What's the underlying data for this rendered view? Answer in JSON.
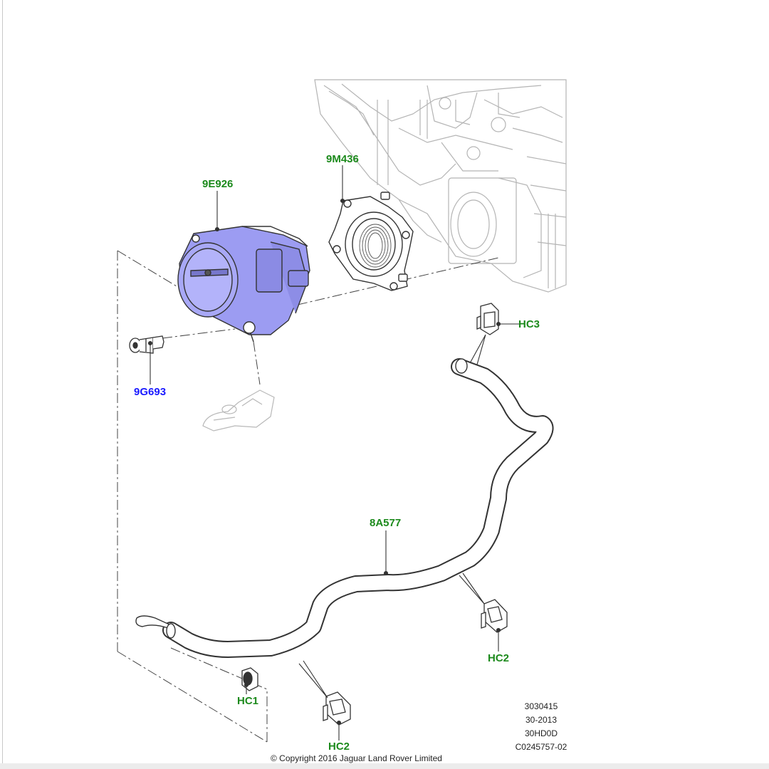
{
  "callouts": {
    "throttle_body": "9E926",
    "gasket": "9M436",
    "bolt": "9G693",
    "clamp_top": "HC3",
    "hose": "8A577",
    "clamp_right": "HC2",
    "clamp_left": "HC1",
    "clamp_bottom": "HC2"
  },
  "reference": {
    "line1": "3030415",
    "line2": "30-2013",
    "line3": "30HD0D",
    "line4": "C0245757-02"
  },
  "copyright": "© Copyright  2016  Jaguar Land Rover Limited",
  "colors": {
    "highlight": "#9c9cf2",
    "callout_green": "#1c8a1c",
    "callout_blue": "#1a1aff",
    "ghost_line": "#b4b4b4"
  }
}
